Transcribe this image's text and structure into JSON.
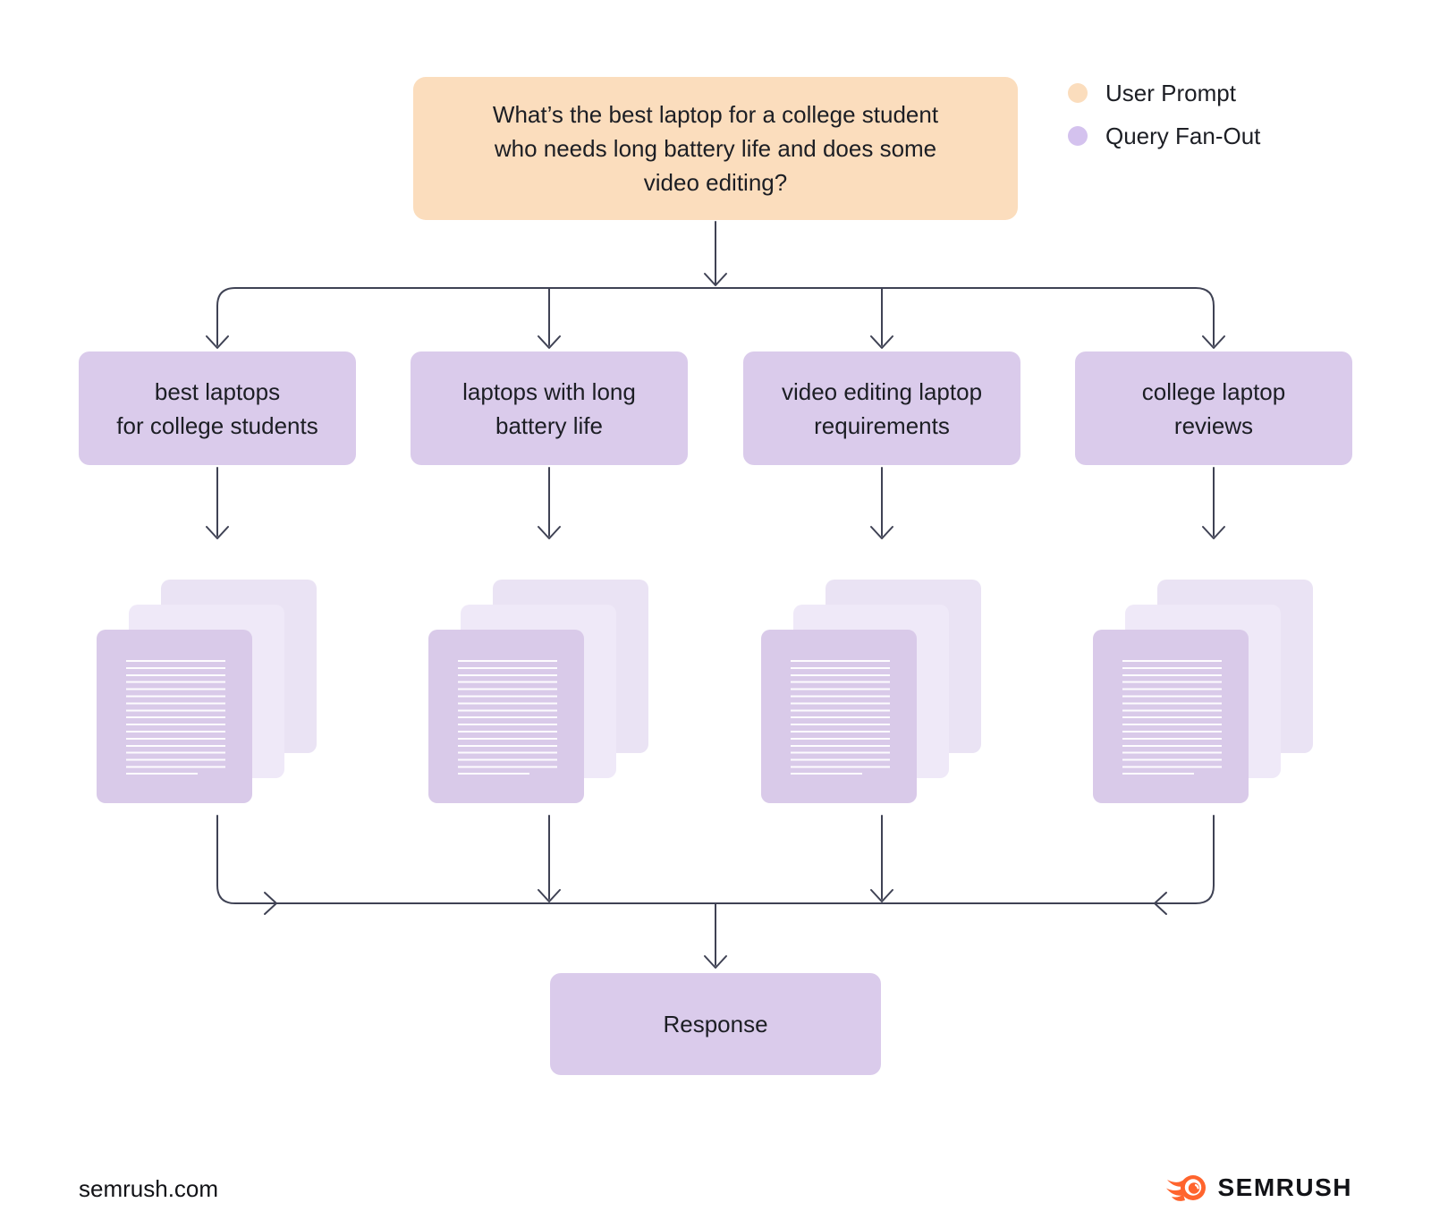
{
  "prompt": {
    "text": "What’s the best laptop for a college student\nwho needs long battery life and does some\nvideo editing?"
  },
  "legend": {
    "items": [
      {
        "label": "User Prompt",
        "color": "#fbddbd"
      },
      {
        "label": "Query Fan-Out",
        "color": "#d4c2ee"
      }
    ]
  },
  "queries": [
    {
      "label": "best laptops\nfor college students"
    },
    {
      "label": "laptops with long\nbattery life"
    },
    {
      "label": "video editing laptop\nrequirements"
    },
    {
      "label": "college laptop\nreviews"
    }
  ],
  "response": {
    "label": "Response"
  },
  "footer": {
    "site": "semrush.com",
    "brand": "SEMRUSH"
  },
  "colors": {
    "user_prompt_fill": "#fbddbd",
    "query_fanout_fill": "#dacbeb",
    "document_front": "#d9cae9",
    "connector": "#3f4254",
    "brand_orange": "#ff642d"
  }
}
